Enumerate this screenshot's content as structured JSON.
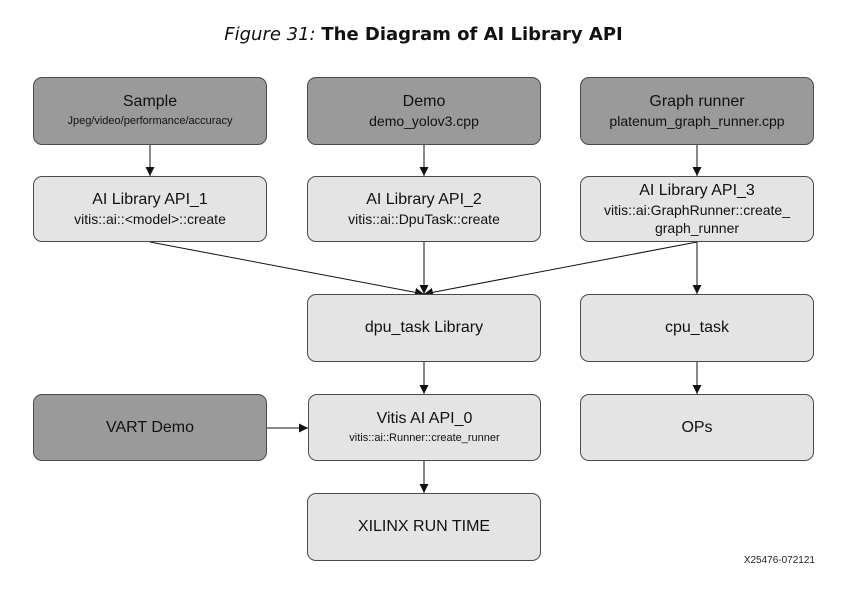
{
  "figure": {
    "label": "Figure 31:",
    "title": "The Diagram of AI Library API"
  },
  "nodes": {
    "sample": {
      "title": "Sample",
      "sub": "Jpeg/video/performance/accuracy"
    },
    "demo": {
      "title": "Demo",
      "sub": "demo_yolov3.cpp"
    },
    "graph_runner": {
      "title": "Graph runner",
      "sub": "platenum_graph_runner.cpp"
    },
    "api1": {
      "title": "AI Library API_1",
      "sub": "vitis::ai::<model>::create"
    },
    "api2": {
      "title": "AI Library API_2",
      "sub": "vitis::ai::DpuTask::create"
    },
    "api3": {
      "title": "AI Library API_3",
      "sub": "vitis::ai:GraphRunner::create_ graph_runner"
    },
    "dpu_task": {
      "title": "dpu_task Library"
    },
    "cpu_task": {
      "title": "cpu_task"
    },
    "vart_demo": {
      "title": "VART Demo"
    },
    "api0": {
      "title": "Vitis AI API_0",
      "sub": "vitis::ai::Runner::create_runner"
    },
    "ops": {
      "title": "OPs"
    },
    "xrt": {
      "title": "XILINX RUN TIME"
    }
  },
  "edges": [
    [
      "sample",
      "api1"
    ],
    [
      "demo",
      "api2"
    ],
    [
      "graph_runner",
      "api3"
    ],
    [
      "api1",
      "dpu_task"
    ],
    [
      "api2",
      "dpu_task"
    ],
    [
      "api3",
      "dpu_task"
    ],
    [
      "api3",
      "cpu_task"
    ],
    [
      "dpu_task",
      "api0"
    ],
    [
      "vart_demo",
      "api0"
    ],
    [
      "cpu_task",
      "ops"
    ],
    [
      "api0",
      "xrt"
    ]
  ],
  "colors": {
    "source_fill": "#9a9a9a",
    "node_fill": "#e4e4e4",
    "border": "#4a4a4a"
  },
  "code": "X25476-072121"
}
